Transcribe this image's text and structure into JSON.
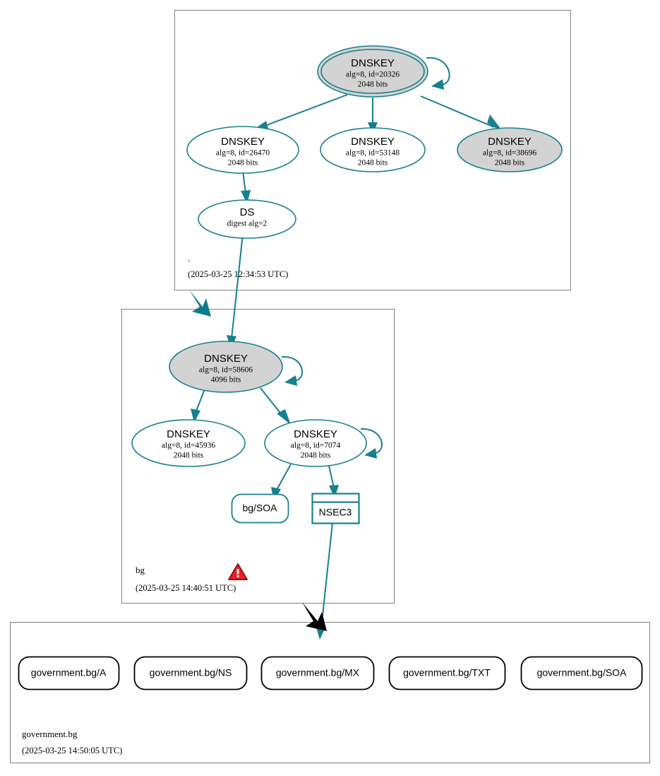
{
  "diagram": {
    "type": "dnssec-authentication-chain",
    "colors": {
      "edge_teal": "#17808f",
      "secure_key_fill": "#d3d3d3",
      "insecure_fill": "#ffffff",
      "zone_border": "#808080",
      "warning_red": "#e8202a",
      "warning_red_dark": "#9c1116",
      "insecure_delegation": "#000000"
    }
  },
  "zones": [
    {
      "id": "root",
      "name": ".",
      "timestamp": "(2025-03-25 12:34:53 UTC)",
      "has_warning": false,
      "nodes": [
        {
          "id": "root-ksk",
          "kind": "DNSKEY",
          "title": "DNSKEY",
          "params": "alg=8, id=20326",
          "bits": "2048 bits",
          "fill": "grey",
          "double_ring": true,
          "self_loop": true
        },
        {
          "id": "root-zsk-26470",
          "kind": "DNSKEY",
          "title": "DNSKEY",
          "params": "alg=8, id=26470",
          "bits": "2048 bits",
          "fill": "white",
          "double_ring": false,
          "self_loop": false
        },
        {
          "id": "root-zsk-53148",
          "kind": "DNSKEY",
          "title": "DNSKEY",
          "params": "alg=8, id=53148",
          "bits": "2048 bits",
          "fill": "white",
          "double_ring": false,
          "self_loop": false
        },
        {
          "id": "root-zsk-38696",
          "kind": "DNSKEY",
          "title": "DNSKEY",
          "params": "alg=8, id=38696",
          "bits": "2048 bits",
          "fill": "grey",
          "double_ring": false,
          "self_loop": false
        },
        {
          "id": "root-ds",
          "kind": "DS",
          "title": "DS",
          "params": "digest alg=2",
          "bits": "",
          "fill": "white",
          "double_ring": false,
          "self_loop": false
        }
      ]
    },
    {
      "id": "bg",
      "name": "bg",
      "timestamp": "(2025-03-25 14:40:51 UTC)",
      "has_warning": true,
      "nodes": [
        {
          "id": "bg-ksk",
          "kind": "DNSKEY",
          "title": "DNSKEY",
          "params": "alg=8, id=58606",
          "bits": "4096 bits",
          "fill": "grey",
          "double_ring": false,
          "self_loop": true
        },
        {
          "id": "bg-zsk-45936",
          "kind": "DNSKEY",
          "title": "DNSKEY",
          "params": "alg=8, id=45936",
          "bits": "2048 bits",
          "fill": "white",
          "double_ring": false,
          "self_loop": false
        },
        {
          "id": "bg-zsk-7074",
          "kind": "DNSKEY",
          "title": "DNSKEY",
          "params": "alg=8, id=7074",
          "bits": "2048 bits",
          "fill": "white",
          "double_ring": false,
          "self_loop": true
        },
        {
          "id": "bg-soa",
          "kind": "RRSET",
          "title": "bg/SOA",
          "params": "",
          "bits": "",
          "fill": "white",
          "double_ring": false,
          "self_loop": false
        },
        {
          "id": "bg-nsec3",
          "kind": "NSEC3",
          "title": "NSEC3",
          "params": "",
          "bits": "",
          "fill": "white",
          "double_ring": false,
          "self_loop": false
        }
      ]
    },
    {
      "id": "government-bg",
      "name": "government.bg",
      "timestamp": "(2025-03-25 14:50:05 UTC)",
      "has_warning": false,
      "nodes": [
        {
          "id": "gov-a",
          "kind": "RRSET",
          "title": "government.bg/A",
          "params": "",
          "bits": "",
          "fill": "white",
          "double_ring": false,
          "self_loop": false
        },
        {
          "id": "gov-ns",
          "kind": "RRSET",
          "title": "government.bg/NS",
          "params": "",
          "bits": "",
          "fill": "white",
          "double_ring": false,
          "self_loop": false
        },
        {
          "id": "gov-mx",
          "kind": "RRSET",
          "title": "government.bg/MX",
          "params": "",
          "bits": "",
          "fill": "white",
          "double_ring": false,
          "self_loop": false
        },
        {
          "id": "gov-txt",
          "kind": "RRSET",
          "title": "government.bg/TXT",
          "params": "",
          "bits": "",
          "fill": "white",
          "double_ring": false,
          "self_loop": false
        },
        {
          "id": "gov-soa",
          "kind": "RRSET",
          "title": "government.bg/SOA",
          "params": "",
          "bits": "",
          "fill": "white",
          "double_ring": false,
          "self_loop": false
        }
      ]
    }
  ],
  "icons": {
    "warning": "warning-triangle-icon"
  }
}
